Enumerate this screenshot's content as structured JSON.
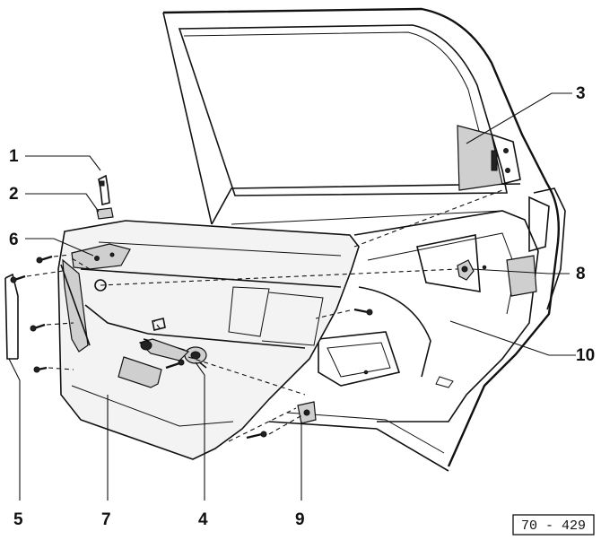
{
  "figure": {
    "reference_code": "70 - 429"
  },
  "callouts": [
    {
      "id": "1",
      "label": "1"
    },
    {
      "id": "2",
      "label": "2"
    },
    {
      "id": "3",
      "label": "3"
    },
    {
      "id": "4",
      "label": "4"
    },
    {
      "id": "5",
      "label": "5"
    },
    {
      "id": "6",
      "label": "6"
    },
    {
      "id": "7",
      "label": "7"
    },
    {
      "id": "8",
      "label": "8"
    },
    {
      "id": "9",
      "label": "9"
    },
    {
      "id": "10",
      "label": "10"
    }
  ]
}
